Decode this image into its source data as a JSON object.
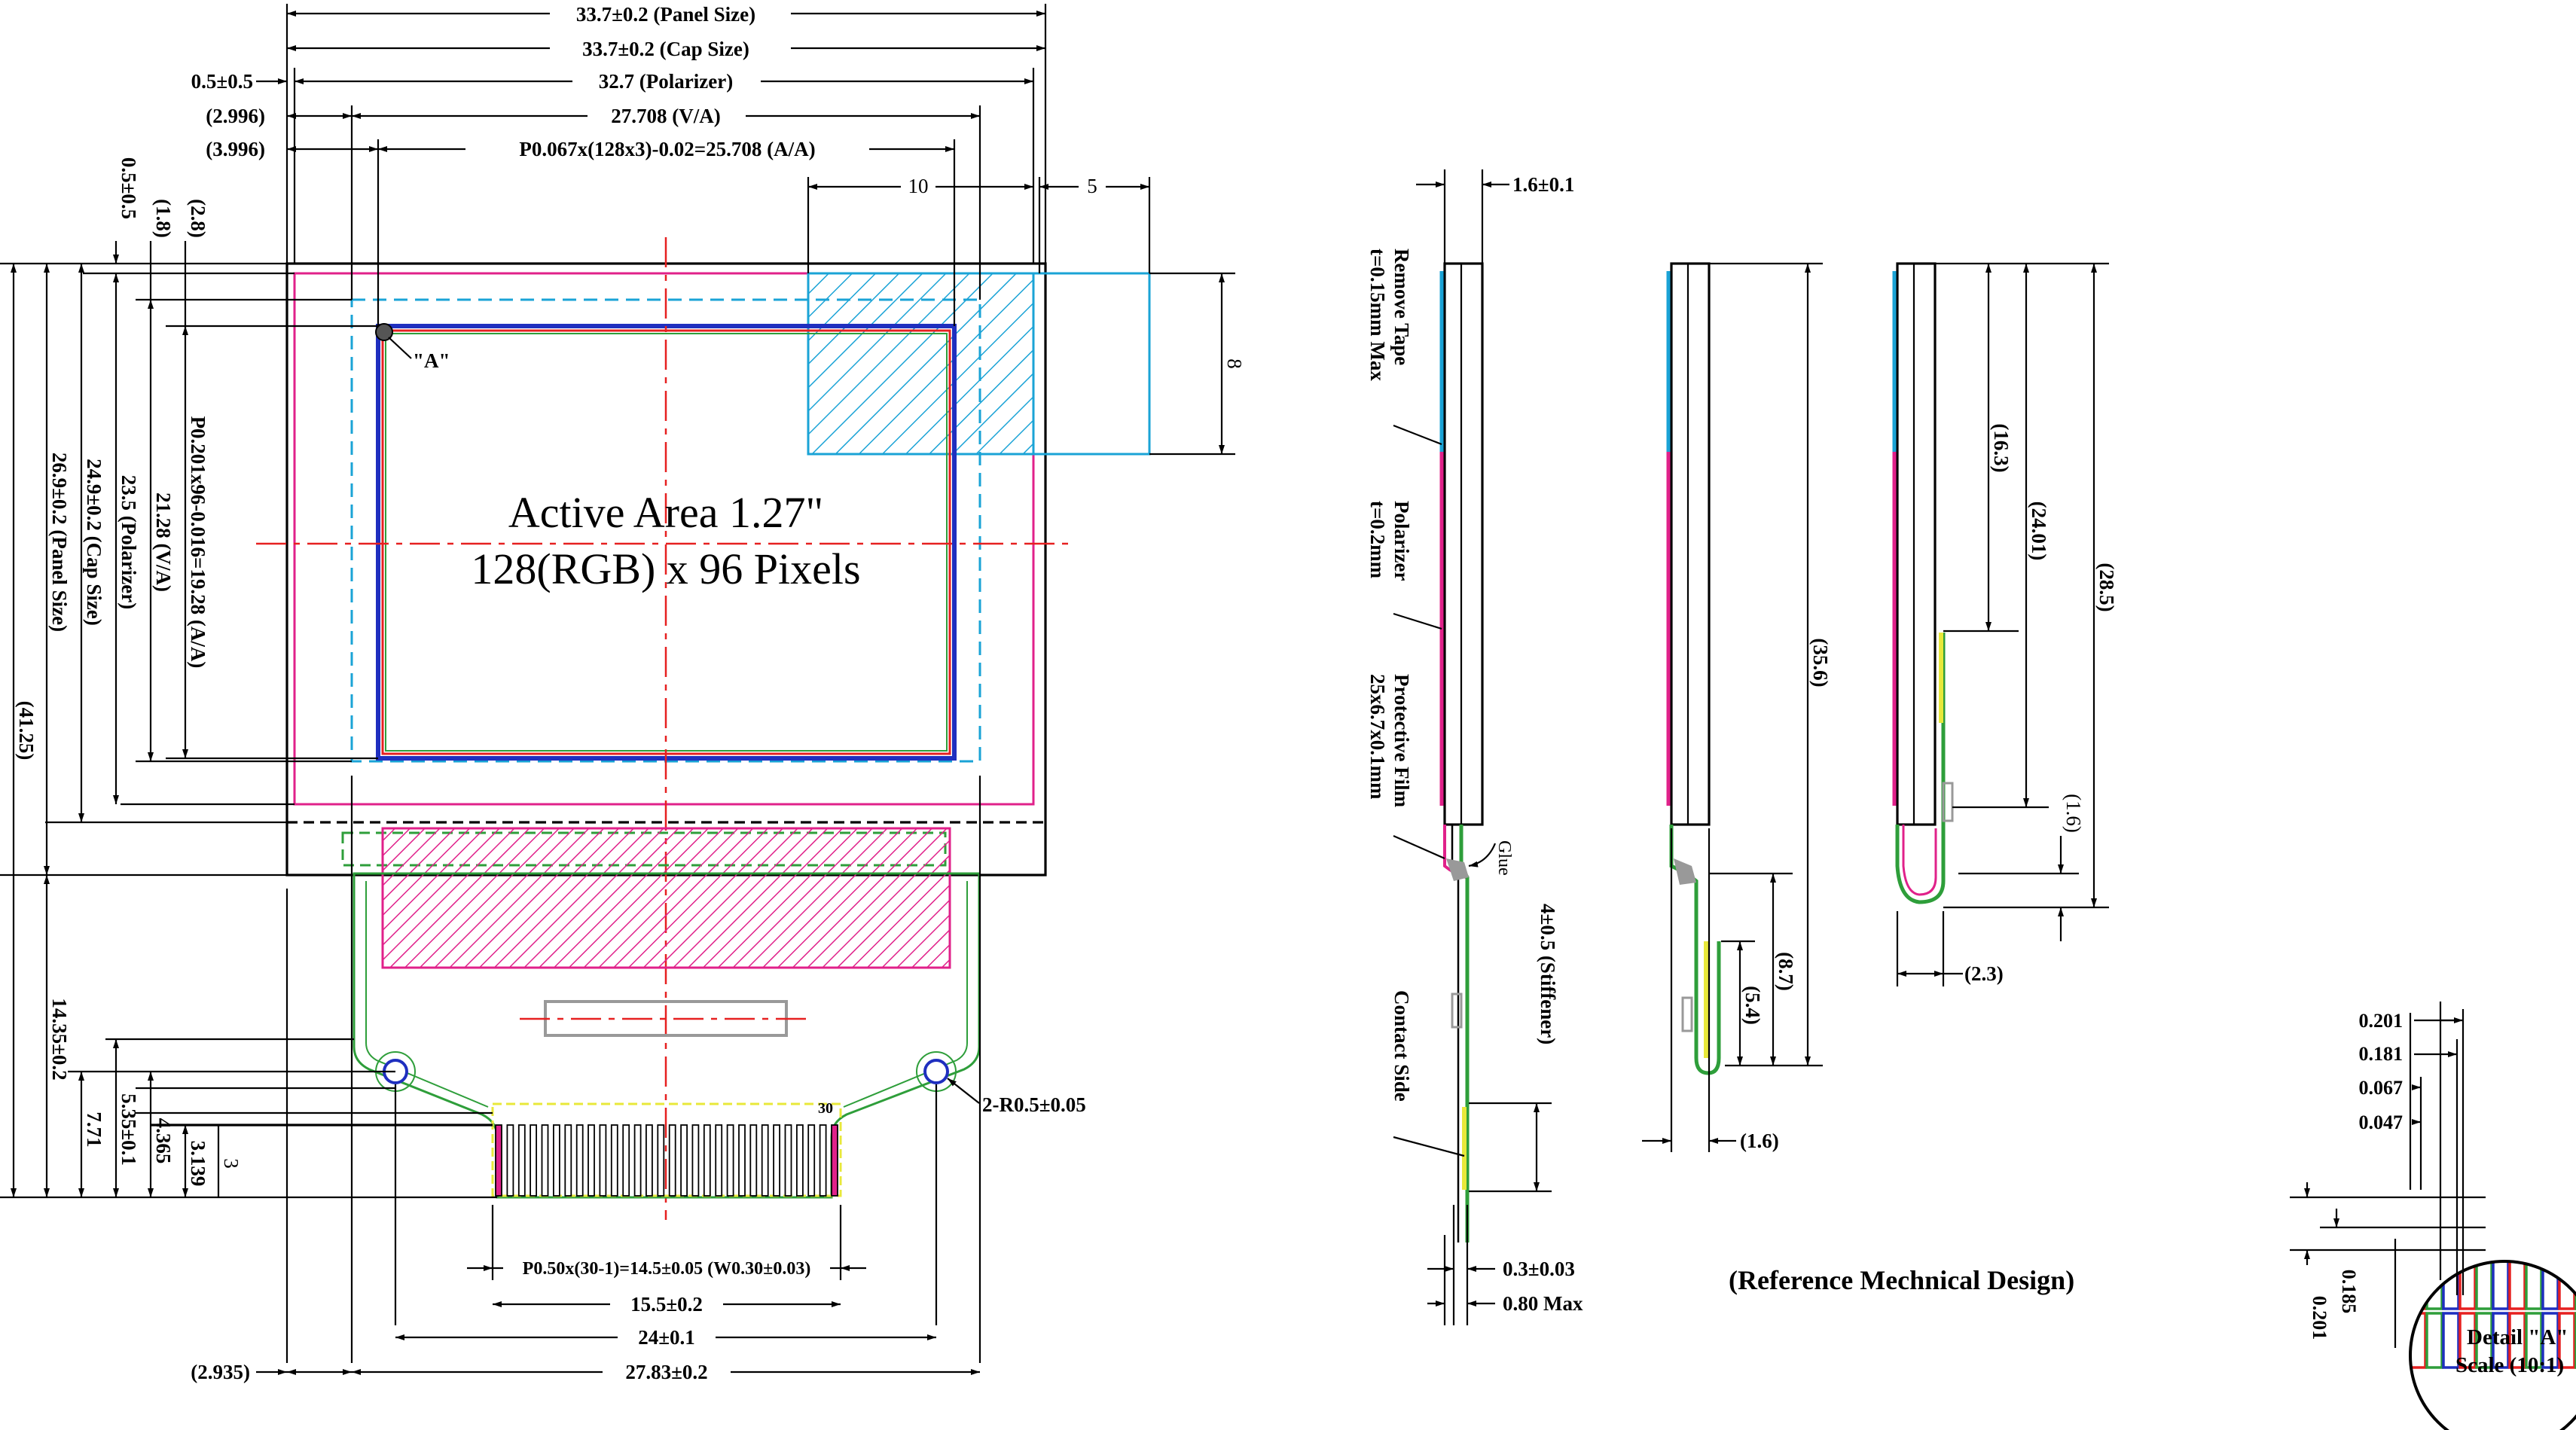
{
  "dimensions": {
    "panel_width": "33.7±0.2 (Panel Size)",
    "cap_width": "33.7±0.2 (Cap Size)",
    "polarizer_offset": "0.5±0.5",
    "polarizer_width": "32.7 (Polarizer)",
    "va_offset": "(2.996)",
    "va_width": "27.708 (V/A)",
    "aa_offset": "(3.996)",
    "aa_width": "P0.067x(128x3)-0.02=25.708 (A/A)",
    "hatch_width": "10",
    "hatch_side": "5",
    "hatch_height": "8",
    "left_pol_offset": "0.5±0.5",
    "left_top_1": "(1.8)",
    "left_top_2": "(2.8)",
    "aa_height": "P0.201x96-0.016=19.28 (A/A)",
    "va_height": "21.28 (V/A)",
    "pol_height": "23.5 (Polarizer)",
    "cap_height": "24.9±0.2 (Cap Size)",
    "panel_height": "26.9±0.2 (Panel Size)",
    "total_height": "(41.25)",
    "fpc_len": "14.35±0.2",
    "fpc_771": "7.71",
    "fpc_535": "5.35±0.1",
    "fpc_4365": "4.365",
    "fpc_3139": "3.139",
    "fpc_3": "3",
    "hole_radius": "2-R0.5±0.05",
    "pin_30": "30",
    "pin_pitch": "P0.50x(30-1)=14.5±0.05 (W0.30±0.03)",
    "pin_span": "15.5±0.2",
    "hole_span": "24±0.1",
    "fpc_width": "27.83±0.2",
    "fpc_offset": "(2.935)"
  },
  "labels": {
    "point_a": "\"A\"",
    "active_area_line1": "Active Area 1.27\"",
    "active_area_line2": "128(RGB) x 96 Pixels",
    "side_thickness": "1.6±0.1",
    "remove_tape": "Remove Tape",
    "remove_tape_spec": "t=0.15mm Max",
    "polarizer": "Polarizer",
    "polarizer_spec": "t=0.2mm",
    "protective_film": "Protective Film",
    "protective_film_spec": "25x6.7x0.1mm",
    "glue": "Glue",
    "stiffener": "4±0.5 (Stiffener)",
    "contact_side": "Contact Side",
    "fpc_thickness": "0.3±0.03",
    "max_thickness": "0.80 Max",
    "reference": "(Reference Mechnical Design)",
    "side2_height": "(35.6)",
    "side2_87": "(8.7)",
    "side2_54": "(5.4)",
    "side2_16": "(1.6)",
    "side3_163": "(16.3)",
    "side3_2401": "(24.01)",
    "side3_285": "(28.5)",
    "side3_16": "(1.6)",
    "side3_23": "(2.3)",
    "detail_201": "0.201",
    "detail_181": "0.181",
    "detail_067": "0.067",
    "detail_047": "0.047",
    "detail_v201": "0.201",
    "detail_v185": "0.185",
    "detail_title": "Detail \"A\"",
    "detail_scale": "Scale (10:1)",
    "detail_pixel": "R G B"
  },
  "colors": {
    "pink": "#e0218a",
    "cyan": "#1aa3d6",
    "red_center": "#e62020",
    "green": "#2e9e3a",
    "blue": "#1f2fbf",
    "yellow": "#e8e83a"
  }
}
